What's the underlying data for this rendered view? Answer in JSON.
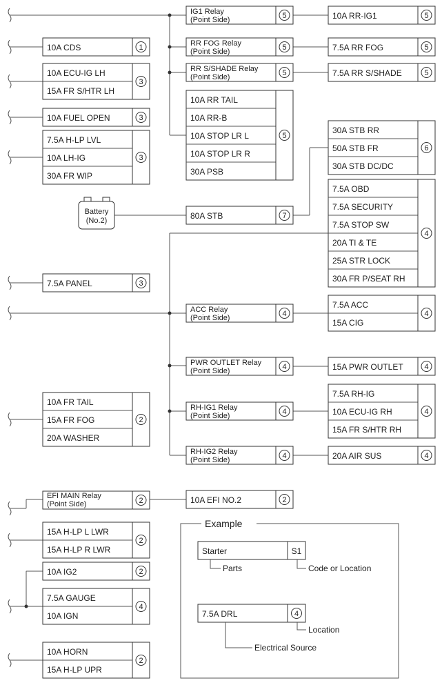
{
  "fuses": {
    "rr_ig1": "10A RR-IG1",
    "rr_fog": "7.5A RR FOG",
    "rr_sshade": "7.5A RR S/SHADE",
    "cds": "10A CDS",
    "ecu_ig_lh": "10A ECU-IG LH",
    "fr_shtr_lh": "15A FR S/HTR LH",
    "fuel_open": "10A FUEL OPEN",
    "hlp_lvl": "7.5A H-LP LVL",
    "lh_ig": "10A LH-IG",
    "fr_wip": "30A FR WIP",
    "rr_tail": "10A RR TAIL",
    "rr_b": "10A RR-B",
    "stop_lr_l": "10A STOP LR L",
    "stop_lr_r": "10A STOP LR R",
    "psb": "30A PSB",
    "stb_rr": "30A STB RR",
    "stb_fr": "50A STB FR",
    "stb_dcdc": "30A STB DC/DC",
    "stb": "80A STB",
    "obd": "7.5A OBD",
    "security": "7.5A SECURITY",
    "stop_sw": "7.5A STOP SW",
    "ti_te": "20A TI & TE",
    "str_lock": "25A STR LOCK",
    "fr_pseat_rh": "30A FR P/SEAT RH",
    "panel": "7.5A PANEL",
    "acc": "7.5A ACC",
    "cig": "15A CIG",
    "pwr_outlet": "15A PWR OUTLET",
    "fr_tail": "10A FR TAIL",
    "fr_fog": "15A FR FOG",
    "washer": "20A WASHER",
    "rh_ig": "7.5A RH-IG",
    "ecu_ig_rh": "10A ECU-IG RH",
    "fr_shtr_rh": "15A FR S/HTR RH",
    "air_sus": "20A AIR SUS",
    "efi_no2": "10A EFI NO.2",
    "hlp_l_lwr": "15A H-LP L LWR",
    "hlp_r_lwr": "15A H-LP R LWR",
    "ig2": "10A IG2",
    "gauge": "7.5A GAUGE",
    "ign": "10A IGN",
    "horn": "10A HORN",
    "hlp_upr": "15A H-LP UPR"
  },
  "relays": {
    "ig1": [
      "IG1 Relay",
      "(Point Side)"
    ],
    "rr_fog": [
      "RR FOG Relay",
      "(Point Side)"
    ],
    "rr_sshade": [
      "RR S/SHADE Relay",
      "(Point Side)"
    ],
    "acc": [
      "ACC Relay",
      "(Point Side)"
    ],
    "pwr_outlet": [
      "PWR OUTLET Relay",
      "(Point Side)"
    ],
    "rh_ig1": [
      "RH-IG1 Relay",
      "(Point Side)"
    ],
    "rh_ig2": [
      "RH-IG2 Relay",
      "(Point Side)"
    ],
    "efi_main": [
      "EFI MAIN Relay",
      "(Point Side)"
    ]
  },
  "battery": [
    "Battery",
    "(No.2)"
  ],
  "locations": {
    "c1": "1",
    "c2": "2",
    "c3": "3",
    "c4": "4",
    "c5": "5",
    "c6": "6",
    "c7": "7"
  },
  "example": {
    "title": "Example",
    "parts_box": "Starter",
    "code_box": "S1",
    "parts_label": "Parts",
    "code_label": "Code or Location",
    "source_box": "7.5A DRL",
    "location_box": "4",
    "location_label": "Location",
    "source_label": "Electrical Source"
  }
}
